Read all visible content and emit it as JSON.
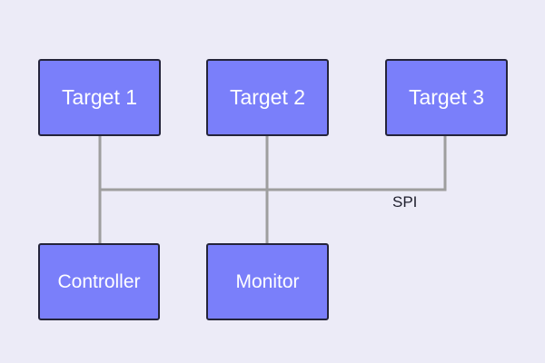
{
  "diagram": {
    "nodes": {
      "target1": "Target 1",
      "target2": "Target 2",
      "target3": "Target 3",
      "controller": "Controller",
      "monitor": "Monitor"
    },
    "bus_label": "SPI"
  },
  "colors": {
    "background": "#ecebf7",
    "node_fill": "#7a7ffa",
    "node_border": "#24243a",
    "wire": "#9e9e9e",
    "text": "#ffffff"
  }
}
